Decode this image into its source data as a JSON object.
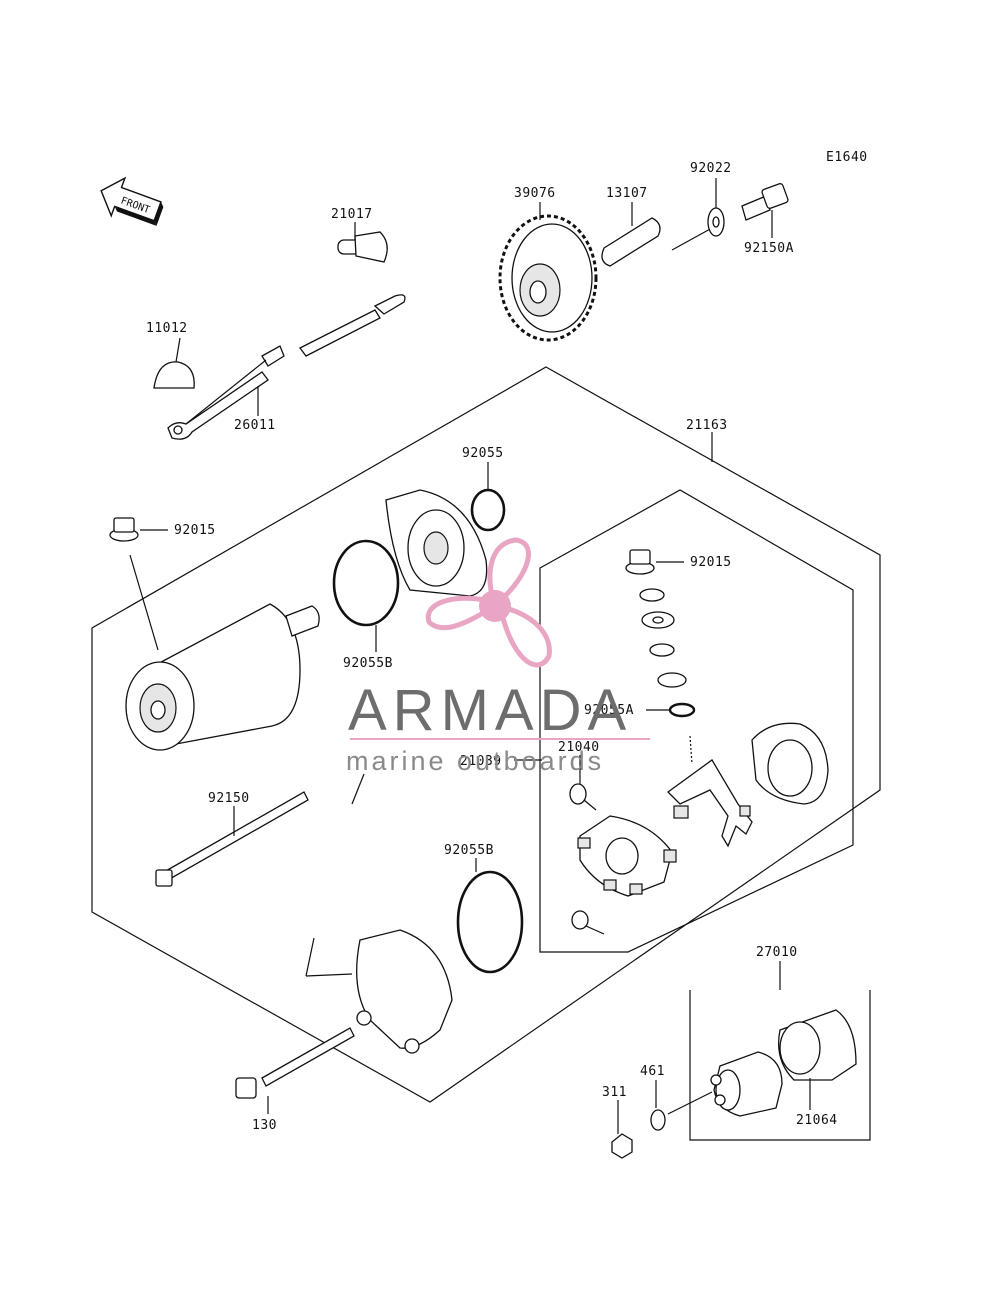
{
  "diagram": {
    "code": "E1640",
    "front_arrow_text": "FRONT",
    "part_labels": {
      "p21017": "21017",
      "p39076": "39076",
      "p13107": "13107",
      "p92022": "92022",
      "p92150A": "92150A",
      "p11012": "11012",
      "p26011": "26011",
      "p21163": "21163",
      "p92055": "92055",
      "p92015a": "92015",
      "p92015b": "92015",
      "p92055B_top": "92055B",
      "p92055A": "92055A",
      "p21040": "21040",
      "p21039": "21039",
      "p92150": "92150",
      "p92055B_bot": "92055B",
      "p27010": "27010",
      "p461": "461",
      "p311": "311",
      "p21064": "21064",
      "p130": "130"
    }
  },
  "watermark": {
    "title": "ARMADA",
    "subtitle": "marine outboards",
    "pink": "#e8a6c4",
    "pink_dark": "#d98aae"
  }
}
